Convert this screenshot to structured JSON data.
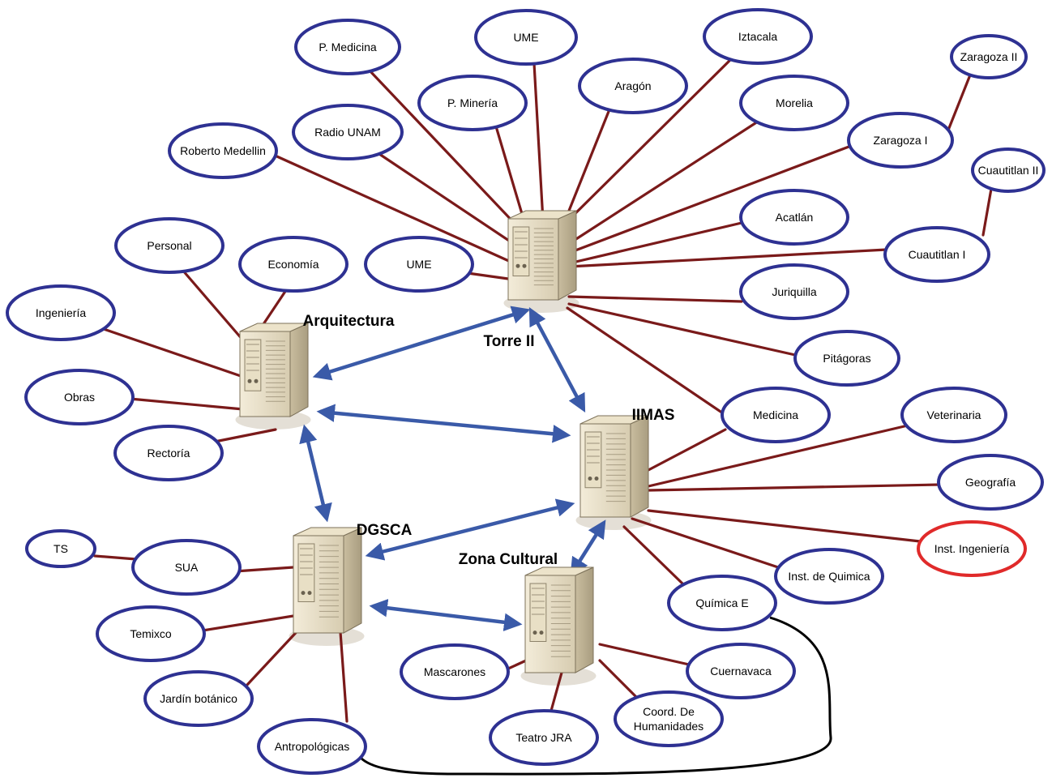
{
  "colors": {
    "edge": "#7a1a1a",
    "node_border": "#2e3192",
    "highlight_border": "#e02a2a",
    "backbone": "#3a5aa8",
    "curve": "#000000"
  },
  "hubs": [
    {
      "id": "torre",
      "label": "Torre II"
    },
    {
      "id": "arq",
      "label": "Arquitectura"
    },
    {
      "id": "iimas",
      "label": "IIMAS"
    },
    {
      "id": "dgsca",
      "label": "DGSCA"
    },
    {
      "id": "zona",
      "label": "Zona Cultural"
    }
  ],
  "nodes": [
    {
      "id": "p-medicina",
      "label": "P. Medicina"
    },
    {
      "id": "ume-top",
      "label": "UME"
    },
    {
      "id": "iztacala",
      "label": "Iztacala"
    },
    {
      "id": "zaragoza-2",
      "label": "Zaragoza II"
    },
    {
      "id": "p-mineria",
      "label": "P. Minería"
    },
    {
      "id": "aragon",
      "label": "Aragón"
    },
    {
      "id": "morelia",
      "label": "Morelia"
    },
    {
      "id": "radio-unam",
      "label": "Radio UNAM"
    },
    {
      "id": "zaragoza-1",
      "label": "Zaragoza I"
    },
    {
      "id": "roberto-medellin",
      "label": "Roberto Medellin"
    },
    {
      "id": "cuautitlan-2",
      "label": "Cuautitlan II"
    },
    {
      "id": "acatlan",
      "label": "Acatlán"
    },
    {
      "id": "personal",
      "label": "Personal"
    },
    {
      "id": "economia",
      "label": "Economía"
    },
    {
      "id": "ume-mid",
      "label": "UME"
    },
    {
      "id": "cuautitlan-1",
      "label": "Cuautitlan I"
    },
    {
      "id": "juriquilla",
      "label": "Juriquilla"
    },
    {
      "id": "ingenieria",
      "label": "Ingeniería"
    },
    {
      "id": "pitagoras",
      "label": "Pitágoras"
    },
    {
      "id": "obras",
      "label": "Obras"
    },
    {
      "id": "medicina",
      "label": "Medicina"
    },
    {
      "id": "veterinaria",
      "label": "Veterinaria"
    },
    {
      "id": "rectoria",
      "label": "Rectoría"
    },
    {
      "id": "geografia",
      "label": "Geografía"
    },
    {
      "id": "ts",
      "label": "TS"
    },
    {
      "id": "sua",
      "label": "SUA"
    },
    {
      "id": "inst-ingenieria",
      "label": "Inst. Ingeniería",
      "highlight": true
    },
    {
      "id": "inst-quimica",
      "label": "Inst. de Quimica"
    },
    {
      "id": "quimica-e",
      "label": "Química E"
    },
    {
      "id": "temixco",
      "label": "Temixco"
    },
    {
      "id": "mascarones",
      "label": "Mascarones"
    },
    {
      "id": "cuernavaca",
      "label": "Cuernavaca"
    },
    {
      "id": "jardin-botanico",
      "label": "Jardín botánico"
    },
    {
      "id": "coord-humanidades",
      "label": "Coord. De Humanidades"
    },
    {
      "id": "teatro-jra",
      "label": "Teatro JRA"
    },
    {
      "id": "antropologicas",
      "label": "Antropológicas"
    }
  ]
}
